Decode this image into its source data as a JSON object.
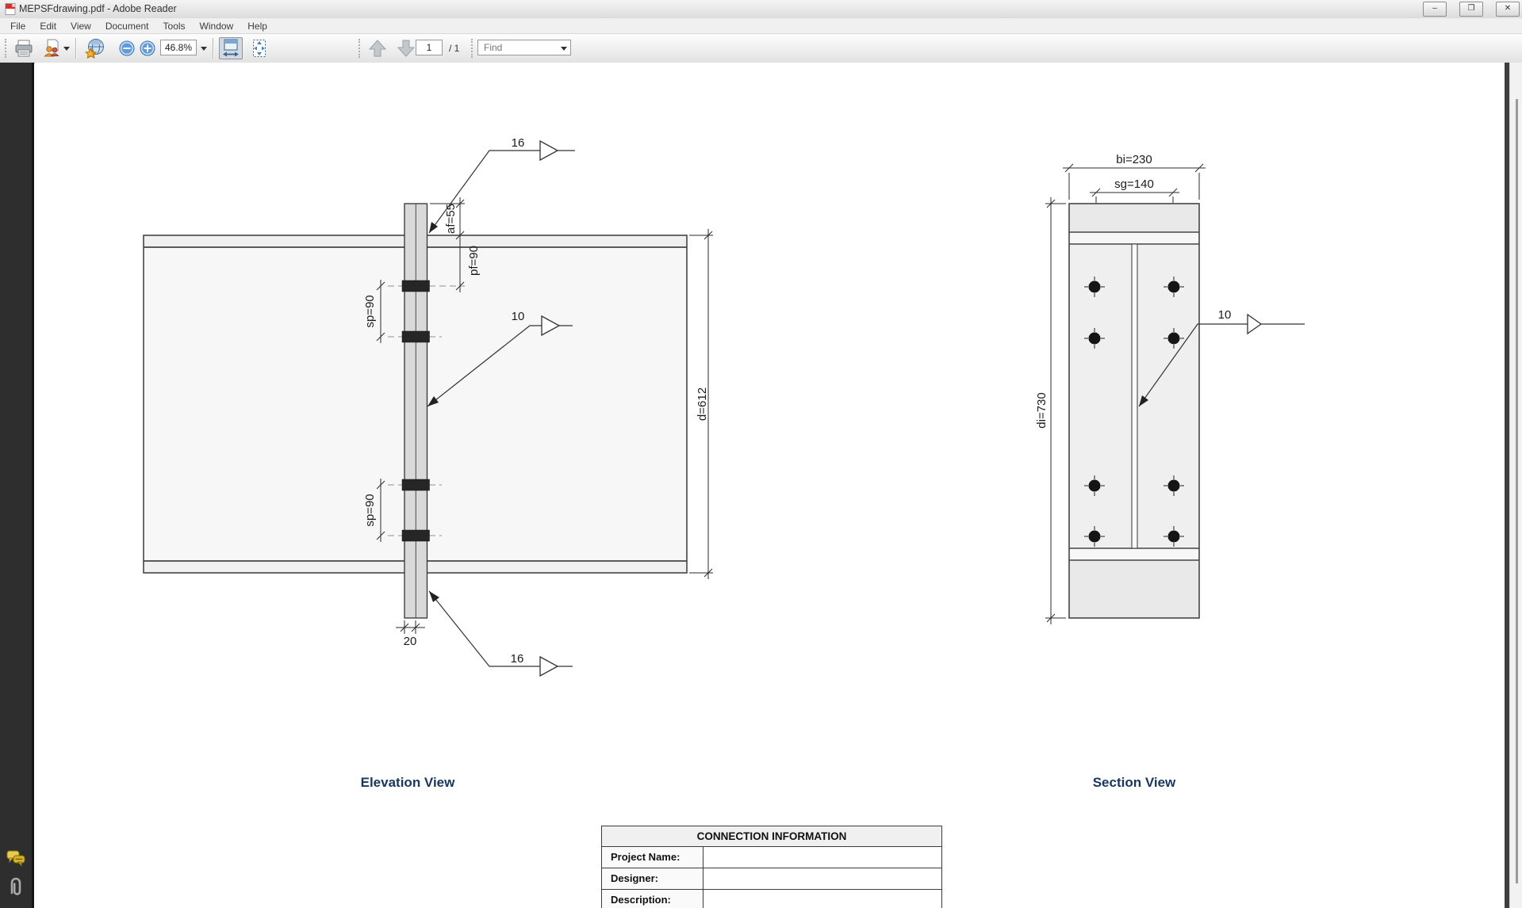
{
  "window": {
    "title": "MEPSFdrawing.pdf - Adobe Reader",
    "controls": {
      "minimize": "–",
      "maximize": "❐",
      "close": "✕"
    }
  },
  "menu": {
    "items": [
      "File",
      "Edit",
      "View",
      "Document",
      "Tools",
      "Window",
      "Help"
    ]
  },
  "toolbar": {
    "zoom_level": "46.8%",
    "page_current": "1",
    "page_total": "/ 1",
    "find_placeholder": "Find"
  },
  "drawing": {
    "elevation": {
      "title": "Elevation View",
      "weld_top": "16",
      "weld_mid": "10",
      "weld_bottom": "16",
      "sp_top": "sp=90",
      "sp_bottom": "sp=90",
      "af": "af=55",
      "pf": "pf=90",
      "depth": "d=612",
      "plate_thickness": "20"
    },
    "section": {
      "title": "Section View",
      "bi": "bi=230",
      "sg": "sg=140",
      "di": "di=730",
      "weld_web": "10"
    },
    "info_table": {
      "title": "CONNECTION INFORMATION",
      "rows": [
        {
          "label": "Project Name:",
          "value": ""
        },
        {
          "label": "Designer:",
          "value": ""
        },
        {
          "label": "Description:",
          "value": ""
        }
      ]
    }
  }
}
